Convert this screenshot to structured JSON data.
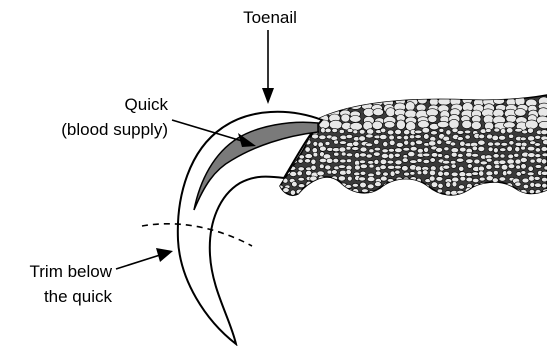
{
  "labels": {
    "toenail": "Toenail",
    "quick_line1": "Quick",
    "quick_line2": "(blood supply)",
    "trim_line1": "Trim below",
    "trim_line2": "the quick"
  },
  "colors": {
    "ink": "#000000",
    "quick_fill": "#7a7a7a",
    "skin_base": "#3a3a3a",
    "cell_fill": "#e8e8e8",
    "nail_fill": "#ffffff"
  }
}
